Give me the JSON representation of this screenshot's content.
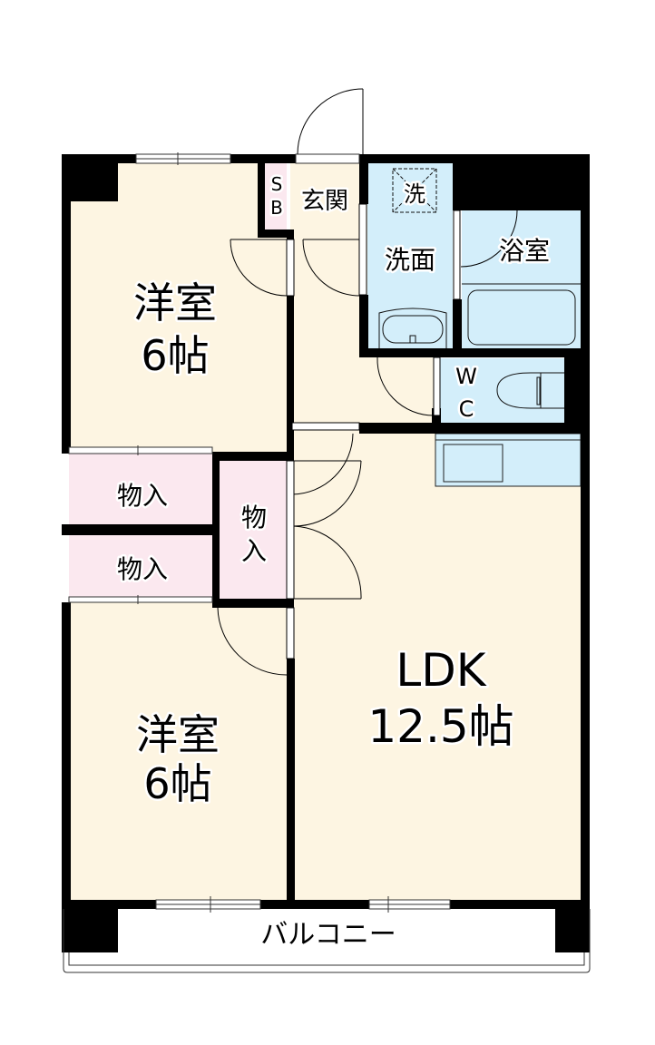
{
  "colors": {
    "wall": "#000000",
    "room_floor": "#fdf5e2",
    "wet_area": "#d3eefa",
    "storage": "#fbe8ef",
    "background": "#ffffff"
  },
  "rooms": {
    "western_room_1": {
      "name": "洋室",
      "size": "6帖"
    },
    "western_room_2": {
      "name": "洋室",
      "size": "6帖"
    },
    "ldk": {
      "name": "LDK",
      "size": "12.5帖"
    },
    "entrance": {
      "name": "玄関"
    },
    "shoe_box": {
      "line1": "S",
      "line2": "B"
    },
    "washroom": {
      "name": "洗面"
    },
    "washer_space": {
      "name": "洗"
    },
    "bathroom": {
      "name": "浴室"
    },
    "toilet": {
      "line1": "W",
      "line2": "C"
    },
    "closet_1": {
      "name": "物入"
    },
    "closet_2": {
      "name": "物入"
    },
    "closet_3": {
      "line1": "物",
      "line2": "入"
    },
    "balcony": {
      "name": "バルコニー"
    }
  }
}
